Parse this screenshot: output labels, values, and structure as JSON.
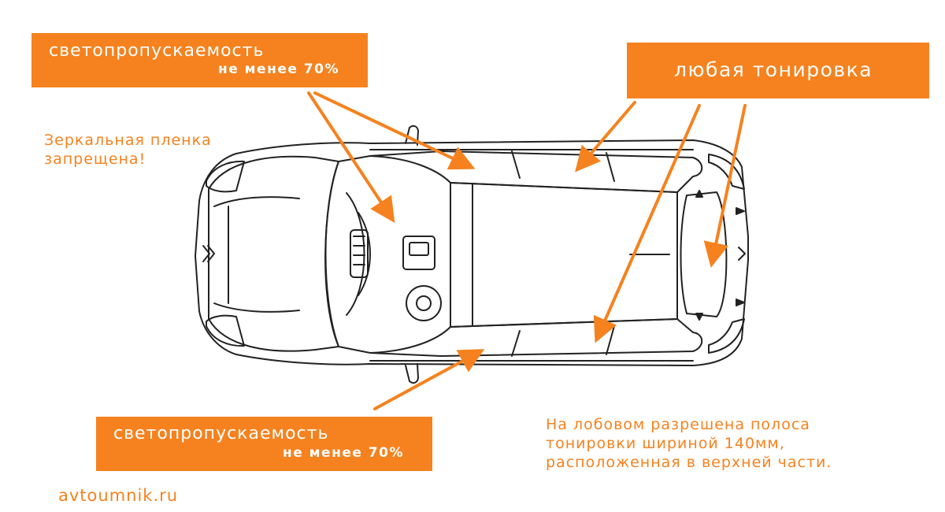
{
  "labels": {
    "top_left": {
      "line1": "светопропускаемость",
      "line2": "не менее 70%"
    },
    "top_right": {
      "text": "любая тонировка"
    },
    "bottom_left": {
      "line1": "светопропускаемость",
      "line2": "не менее 70%"
    }
  },
  "notes": {
    "mirror_film": [
      "Зеркальная пленка",
      "запрещена!"
    ],
    "windshield": [
      "На лобовом разрешена полоса",
      "тонировки шириной 140мм,",
      "расположенная в верхней части."
    ]
  },
  "footer": {
    "site": "avtoumnik.ru"
  },
  "colors": {
    "accent": "#f5821f",
    "outline": "#222222",
    "background": "#ffffff"
  }
}
